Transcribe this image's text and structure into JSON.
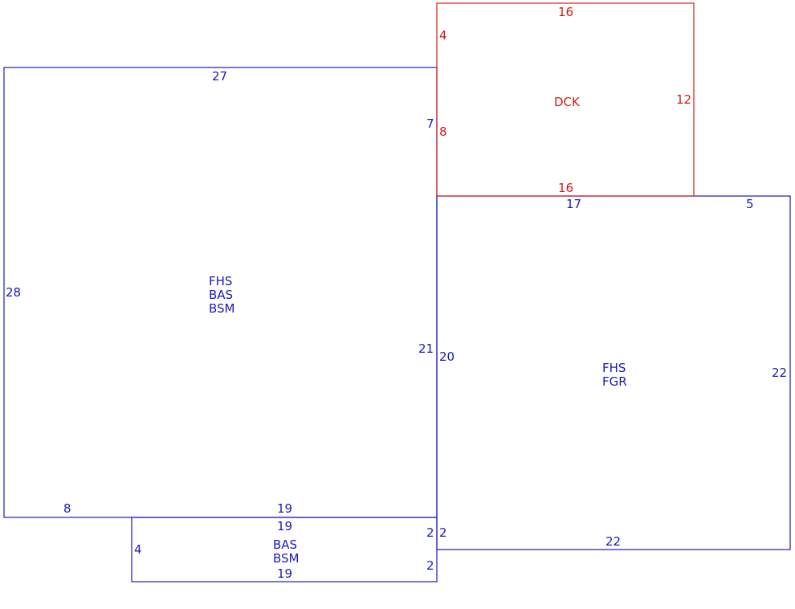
{
  "colors": {
    "main": "#1a1ab8",
    "deck": "#d41a1a"
  },
  "areas": {
    "main_house": {
      "codes": [
        "FHS",
        "BAS",
        "BSM"
      ]
    },
    "garage": {
      "codes": [
        "FHS",
        "FGR"
      ]
    },
    "bump": {
      "codes": [
        "BAS",
        "BSM"
      ]
    },
    "deck": {
      "codes": [
        "DCK"
      ]
    }
  },
  "dimensions": {
    "main_top": "27",
    "main_left": "28",
    "main_right_upper": "7",
    "main_right_lower": "21",
    "main_bottom_left": "8",
    "main_bottom_right": "19",
    "deck_top": "16",
    "deck_left_upper": "4",
    "deck_left_lower": "8",
    "deck_right": "12",
    "deck_bottom": "16",
    "garage_top": "17",
    "garage_top_right": "5",
    "garage_left": "20",
    "garage_right": "22",
    "garage_bottom": "22",
    "garage_left_lower": "2",
    "bump_top": "19",
    "bump_left": "4",
    "bump_bottom": "19",
    "bump_right_upper": "2",
    "bump_right_lower": "2"
  }
}
